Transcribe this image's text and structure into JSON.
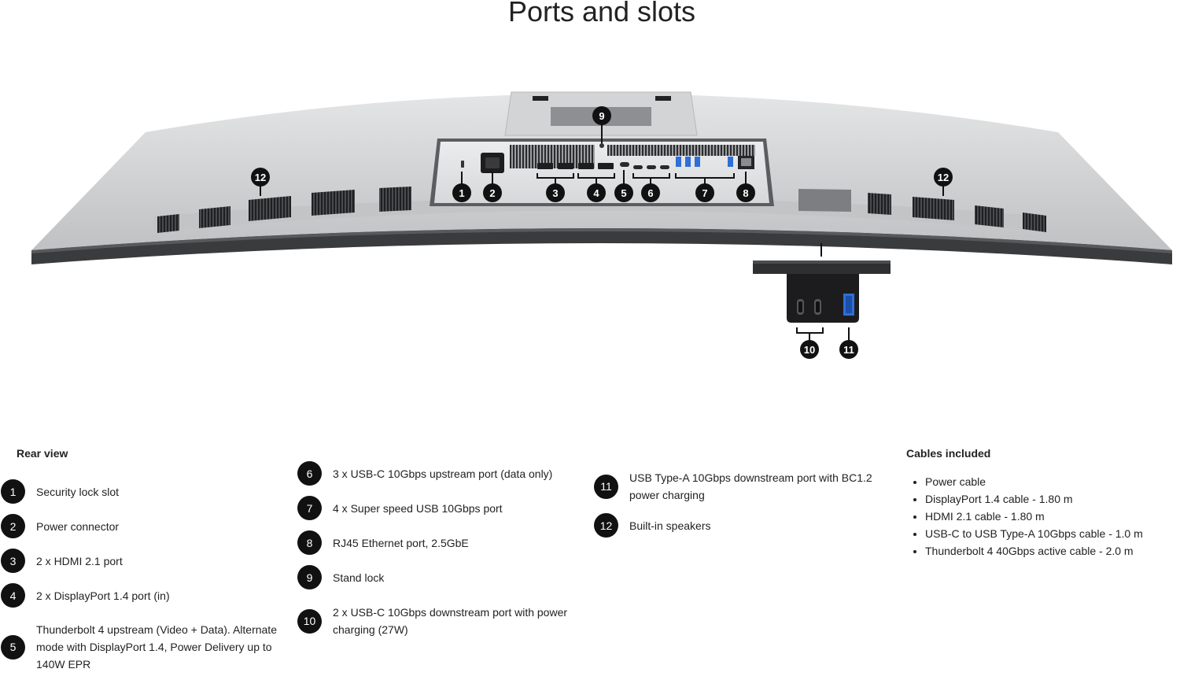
{
  "page": {
    "title": "Ports and slots"
  },
  "rear_view": {
    "heading": "Rear view",
    "items": [
      {
        "number": "1",
        "label": "Security lock slot"
      },
      {
        "number": "2",
        "label": "Power connector"
      },
      {
        "number": "3",
        "label": "2 x HDMI 2.1 port"
      },
      {
        "number": "4",
        "label": "2 x DisplayPort 1.4 port (in)"
      },
      {
        "number": "5",
        "label": "Thunderbolt 4 upstream (Video + Data). Alternate mode with DisplayPort 1.4, Power Delivery up to 140W EPR"
      },
      {
        "number": "6",
        "label": "3 x USB-C 10Gbps upstream port (data only)"
      },
      {
        "number": "7",
        "label": "4 x Super speed USB 10Gbps port"
      },
      {
        "number": "8",
        "label": "RJ45 Ethernet port, 2.5GbE"
      },
      {
        "number": "9",
        "label": "Stand lock"
      },
      {
        "number": "10",
        "label": "2 x USB-C 10Gbps downstream port with power charging (27W)"
      },
      {
        "number": "11",
        "label": "USB Type-A 10Gbps downstream port with BC1.2 power charging"
      },
      {
        "number": "12",
        "label": "Built-in speakers"
      }
    ]
  },
  "cables": {
    "heading": "Cables included",
    "items": [
      "Power cable",
      "DisplayPort 1.4 cable - 1.80 m",
      "HDMI 2.1 cable - 1.80 m",
      "USB-C to USB Type-A 10Gbps cable - 1.0 m",
      "Thunderbolt 4 40Gbps active cable - 2.0 m"
    ]
  },
  "colors": {
    "badge": "#111111",
    "monitor_body": "#c9cbcc",
    "monitor_edge": "#3a3b3d",
    "usb_blue": "#2f6fd6"
  }
}
